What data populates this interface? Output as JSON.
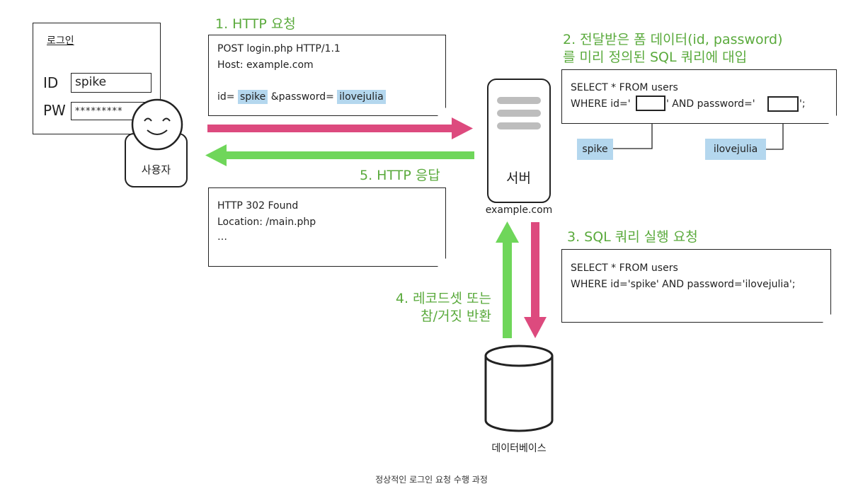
{
  "login_form": {
    "title": "로그인",
    "id_label": "ID",
    "id_value": "spike",
    "pw_label": "PW",
    "pw_value": "*********"
  },
  "user": {
    "label": "사용자"
  },
  "step1": {
    "title": "1. HTTP 요청",
    "request_line": "POST login.php HTTP/1.1",
    "host_line": "Host: example.com",
    "body_id_key": "id=",
    "body_id_value": "spike",
    "body_pw_key": "&password=",
    "body_pw_value": "ilovejulia"
  },
  "step5": {
    "title": "5. HTTP 응답",
    "status_line": "HTTP 302 Found",
    "location_line": "Location: /main.php",
    "ellipsis": "…"
  },
  "server": {
    "label": "서버",
    "host": "example.com"
  },
  "step2": {
    "title_line1": "2. 전달받은 폼 데이터(id, password)",
    "title_line2": "를 미리 정의된 SQL 쿼리에 대입",
    "sql_line1": "SELECT * FROM users",
    "sql_where_pre": "WHERE id='",
    "sql_where_mid": "' AND password='",
    "sql_where_post": "';",
    "id_token": "spike",
    "pw_token": "ilovejulia"
  },
  "step3": {
    "title": "3. SQL 쿼리 실행 요청",
    "sql_line1": "SELECT * FROM users",
    "sql_line2": "WHERE id='spike' AND password='ilovejulia';"
  },
  "step4": {
    "title_line1": "4. 레코드셋 또는",
    "title_line2": "참/거짓 반환"
  },
  "database": {
    "label": "데이터베이스"
  },
  "caption": "정상적인 로그인 요청 수행 과정",
  "colors": {
    "request_arrow": "#dd4a7e",
    "response_arrow": "#6fd65a",
    "step_text": "#5aaa3c",
    "highlight": "#b4d7ee"
  }
}
